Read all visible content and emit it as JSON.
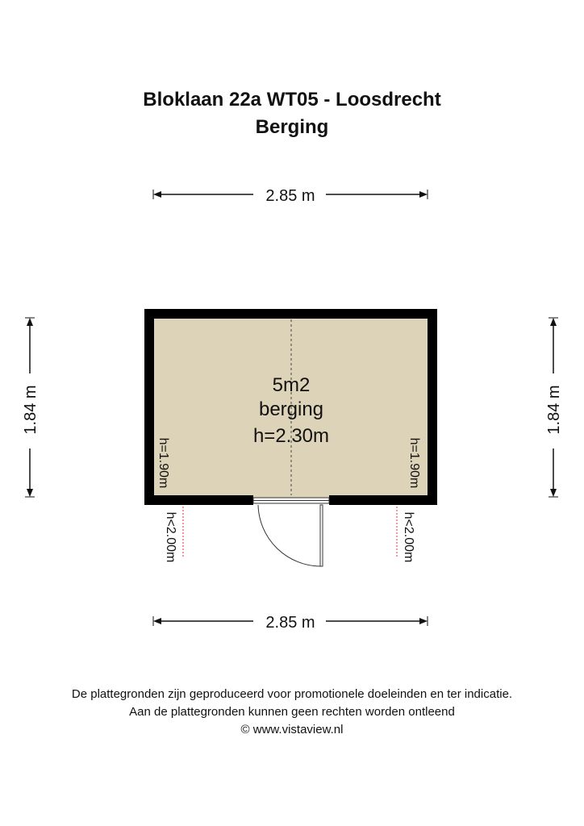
{
  "title": {
    "address": "Bloklaan 22a WT05 - Loosdrecht",
    "subtitle": "Berging"
  },
  "dimensions": {
    "top_width": "2.85 m",
    "bottom_width": "2.85 m",
    "left_height": "1.84 m",
    "right_height": "1.84 m"
  },
  "room": {
    "area": "5m2",
    "name": "berging",
    "height": "h=2.30m",
    "wall_height_left": "h=1.90m",
    "wall_height_right": "h=1.90m",
    "floor_color": "#ddd3b8",
    "wall_color": "#000000"
  },
  "exterior": {
    "height_left": "h<2.00m",
    "height_right": "h<2.00m",
    "marker_color": "#e53030"
  },
  "footer": {
    "line1": "De plattegronden zijn geproduceerd voor promotionele doeleinden en ter indicatie.",
    "line2": "Aan de plattegronden kunnen geen rechten worden ontleend",
    "line3": "© www.vistaview.nl"
  }
}
